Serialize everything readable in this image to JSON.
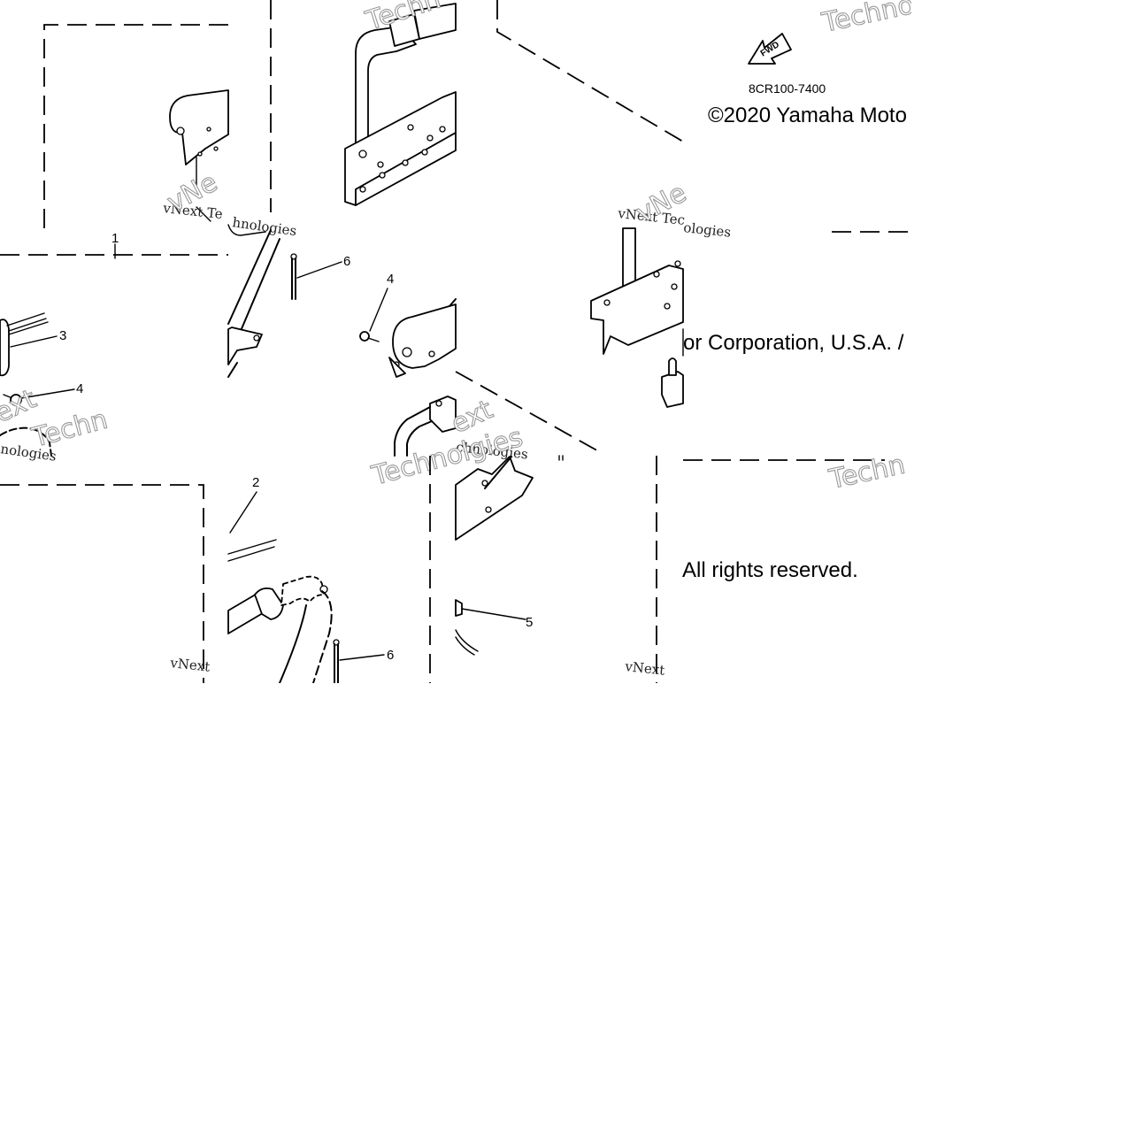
{
  "diagram": {
    "part_code": "8CR100-7400",
    "fwd_label": "FWD",
    "copyright": {
      "line1": "©2020 Yamaha Moto",
      "line2": "or Corporation, U.S.A. /",
      "line3": "All rights reserved."
    },
    "callouts": {
      "c1": "1",
      "c2": "2",
      "c3": "3",
      "c4a": "4",
      "c4b": "4",
      "c5": "5",
      "c6a": "6",
      "c6b": "6"
    },
    "watermarks": {
      "a": "vNext Te",
      "b": "vNext Tec",
      "c": "vNext",
      "d": "vNext",
      "e": "hnologies",
      "f": "nologies",
      "g": "chnologies",
      "h": "ologies",
      "big_a": "Techno",
      "big_b": "Techn",
      "big_c": "Techn",
      "big_d": "Techn",
      "big_e": "Technolgies",
      "big_f": "vNe",
      "big_g": "vNe",
      "big_h": "ext",
      "big_i": "ext"
    }
  }
}
